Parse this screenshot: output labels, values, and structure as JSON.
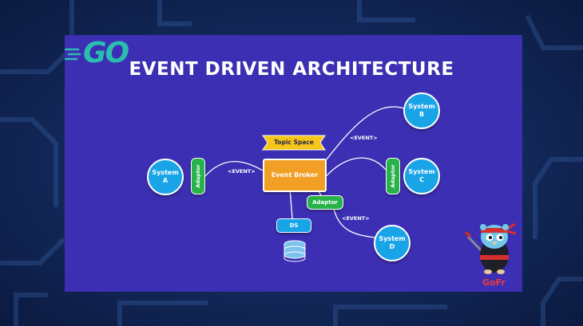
{
  "title": "EVENT DRIVEN ARCHITECTURE",
  "logo": {
    "text": "GO",
    "icon": "go-logo"
  },
  "nodes": {
    "system_a": {
      "line1": "System",
      "line2": "A"
    },
    "system_b": {
      "line1": "System",
      "line2": "B"
    },
    "system_c": {
      "line1": "System",
      "line2": "C"
    },
    "system_d": {
      "line1": "System",
      "line2": "D"
    }
  },
  "adaptor_label": "Adaptor",
  "broker_label": "Event Broker",
  "topic_space_label": "Topic Space",
  "ds_label": "DS",
  "event_label": "<EVENT>",
  "mascot": {
    "icon": "gopher-ninja-mascot",
    "label": "GoFr"
  },
  "colors": {
    "slide_bg": "#3d2fb3",
    "page_bg": "#0f2250",
    "system": "#1aa4e8",
    "adaptor": "#27b24a",
    "broker": "#f2a025",
    "topic_space": "#f6c719",
    "logo": "#29beb0",
    "gofr": "#ef3b3b"
  }
}
